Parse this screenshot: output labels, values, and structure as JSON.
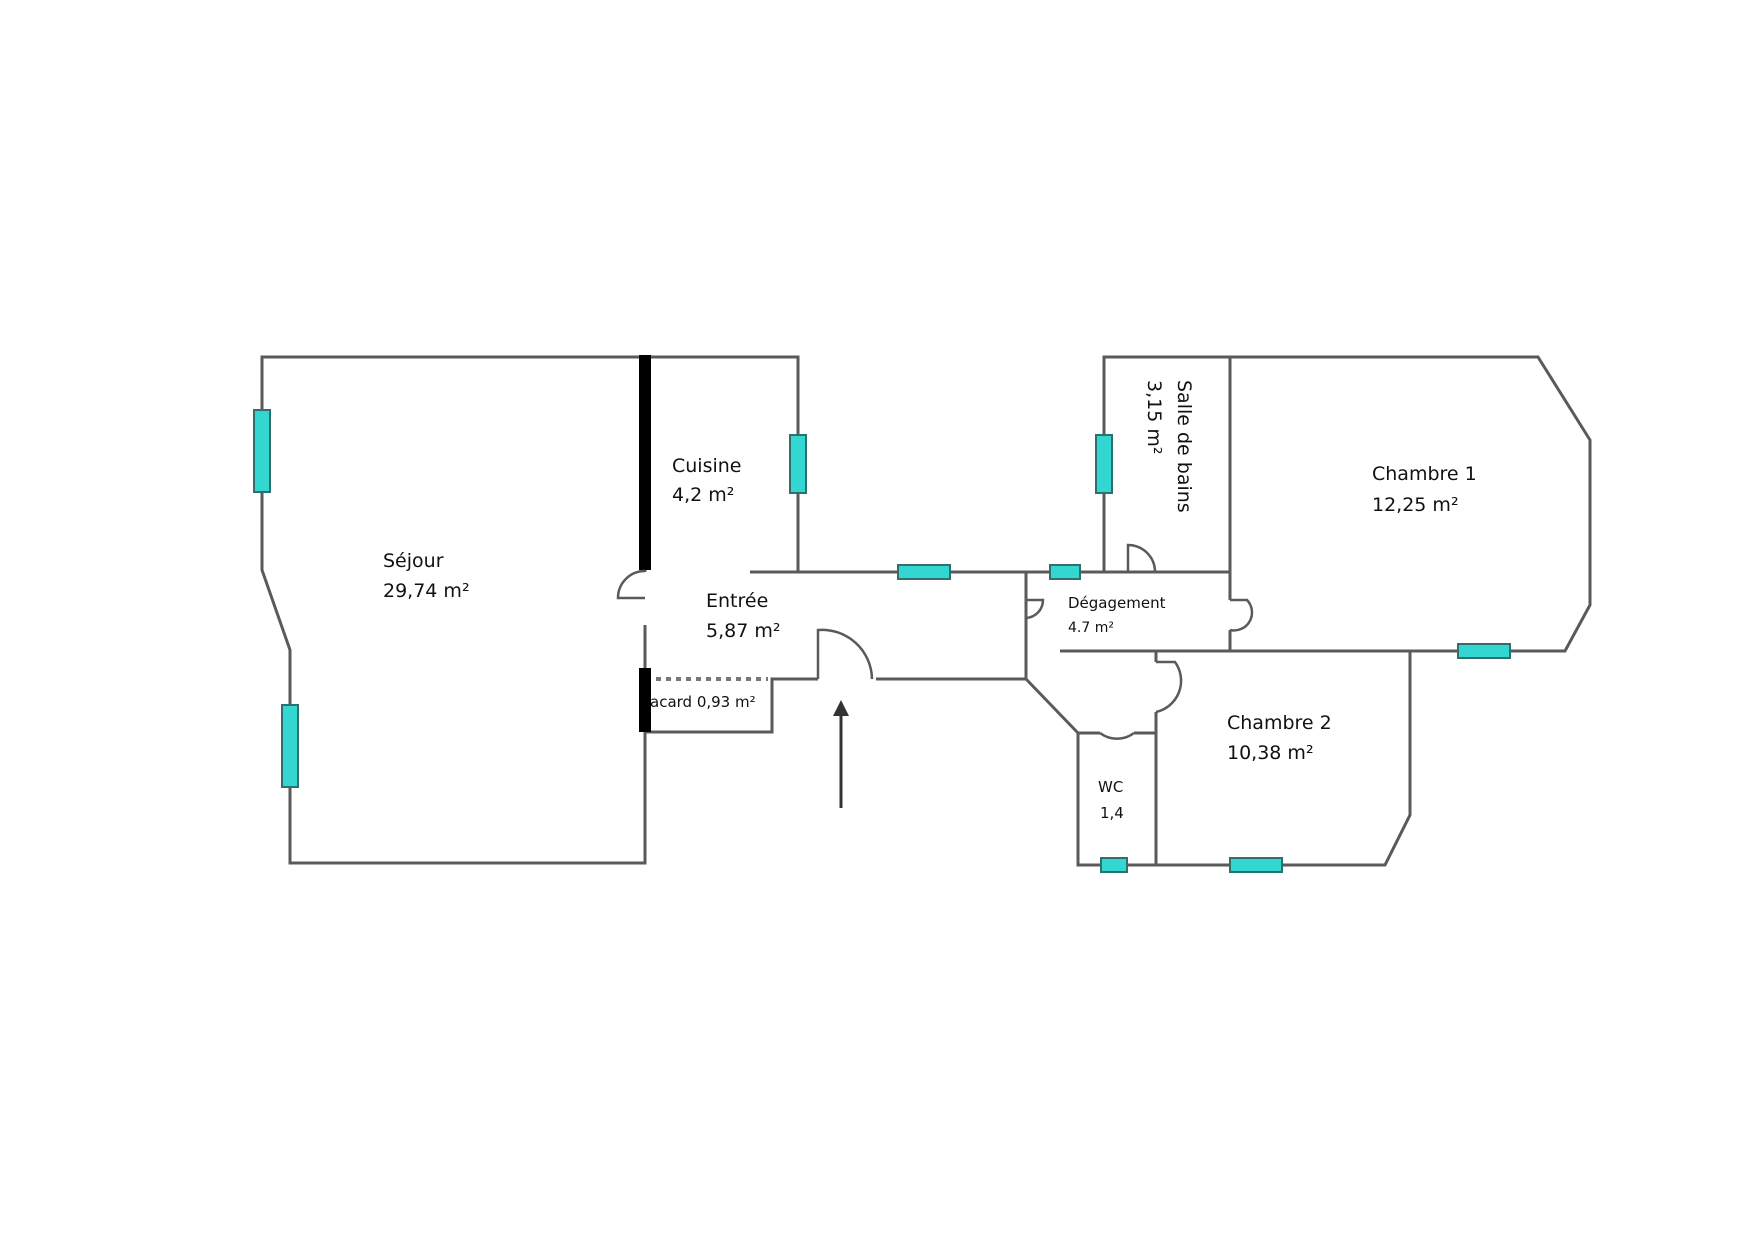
{
  "rooms": [
    {
      "id": "sejour",
      "name": "Séjour",
      "area": "29,74 m²"
    },
    {
      "id": "cuisine",
      "name": "Cuisine",
      "area": "4,2 m²"
    },
    {
      "id": "entree",
      "name": "Entrée",
      "area": "5,87 m²"
    },
    {
      "id": "placard",
      "name": "acard 0,93 m²"
    },
    {
      "id": "salle_de_bains",
      "name": "Salle de bains",
      "area": "3,15 m²"
    },
    {
      "id": "degagement",
      "name": "Dégagement",
      "area": "4.7 m²"
    },
    {
      "id": "chambre1",
      "name": "Chambre 1",
      "area": "12,25 m²"
    },
    {
      "id": "chambre2",
      "name": "Chambre 2",
      "area": "10,38 m²"
    },
    {
      "id": "wc",
      "name": "WC",
      "area": "1,4"
    }
  ],
  "colors": {
    "wall": "#5a5a5a",
    "window": "#33d6d0",
    "bearing_wall": "#000000"
  }
}
